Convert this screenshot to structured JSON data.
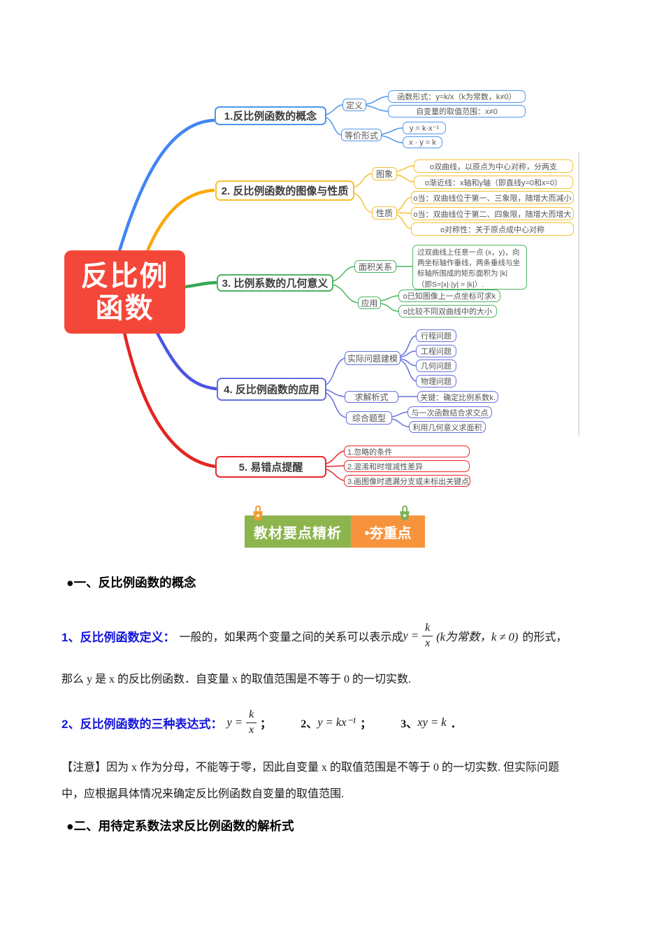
{
  "colors": {
    "center_node": "#F4473A",
    "branch_blue": "#4D96E8",
    "curve_blue": "#4285F4",
    "branch_yellow": "#F5C033",
    "curve_yellow": "#FBA90A",
    "branch_green": "#4BB45F",
    "curve_green": "#34A853",
    "branch_indigo": "#6670DE",
    "curve_indigo": "#4A55E3",
    "branch_red": "#E8282B",
    "curve_red": "#E42521",
    "banner_green": "#8DB54E",
    "banner_orange": "#F6933C",
    "body_blue_text": "#1414DC"
  },
  "mindmap": {
    "center": {
      "line1": "反比例",
      "line2": "函数"
    },
    "branches": [
      {
        "title": "1.反比例函数的概念",
        "subs": [
          {
            "label": "定义",
            "leaves": [
              "函数形式：y=k/x（k为常数，k≠0）",
              "自变量的取值范围：x≠0"
            ]
          },
          {
            "label": "等价形式",
            "leaves": [
              "y = k·x⁻¹",
              "x · y = k"
            ]
          }
        ]
      },
      {
        "title": "2. 反比例函数的图像与性质",
        "subs": [
          {
            "label": "图象",
            "leaves": [
              "o双曲线，以原点为中心对称，分两支",
              "o渐近线：x轴和y轴（即直线y=0和x=0）"
            ]
          },
          {
            "label": "性质",
            "leaves": [
              "o当：双曲线位于第一、三象限，随增大而减小",
              "o当：双曲线位于第二、四象限，随增大而增大",
              "o对称性：关于原点成中心对称"
            ]
          }
        ]
      },
      {
        "title": "3. 比例系数的几何意义",
        "subs": [
          {
            "label": "面积关系",
            "leaves": [
              "过双曲线上任意一点 (x，y)，向两坐标轴作垂线，两条垂线与坐标轴所围成的矩形面积为 |k|（即S=|x|·|y| = |k|）."
            ]
          },
          {
            "label": "应用",
            "leaves": [
              "o已知图像上一点坐标可求k",
              "o比较不同双曲线中的大小"
            ]
          }
        ]
      },
      {
        "title": "4. 反比例函数的应用",
        "subs": [
          {
            "label": "实际问题建模",
            "leaves": [
              "行程问题",
              "工程问题",
              "几何问题",
              "物理问题"
            ]
          },
          {
            "label": "求解析式",
            "leaves": [
              "关键：确定比例系数k."
            ]
          },
          {
            "label": "综合题型",
            "leaves": [
              "与一次函数结合求交点",
              "利用几何意义求面积"
            ]
          }
        ]
      },
      {
        "title": "5. 易错点提醒",
        "leaves": [
          "1.忽略的条件",
          "2.混淆和时增减性差异",
          "3.画图像时遗漏分支或未标出关键点"
        ]
      }
    ]
  },
  "banner": {
    "left": "教材要点精析",
    "right": "•夯重点"
  },
  "sections": {
    "h1": "●一、反比例函数的概念",
    "def": {
      "label": "1、反比例函数定义：",
      "pre": "一般的，如果两个变量之间的关系可以表示成",
      "lhs": "y =",
      "num": "k",
      "den": "x",
      "paren": "(k为常数，k ≠ 0)",
      "post": "的形式，"
    },
    "line2": "那么 y 是 x 的反比例函数．自变量 x 的取值范围是不等于 0 的一切实数.",
    "expr": {
      "label": "2、反比例函数的三种表达式：",
      "f1_lhs": "y =",
      "f1_num": "k",
      "f1_den": "x",
      "semi1": "；",
      "n2": "2、",
      "f2": "y = kx⁻¹",
      "semi2": "；",
      "n3": "3、",
      "f3": "xy = k",
      "period": "．"
    },
    "note1": "【注意】因为 x 作为分母，不能等于零，因此自变量 x 的取值范围是不等于 0 的一切实数. 但实际问题",
    "note2": "中，应根据具体情况来确定反比例函数自变量的取值范围.",
    "h2": "●二、用待定系数法求反比例函数的解析式"
  }
}
